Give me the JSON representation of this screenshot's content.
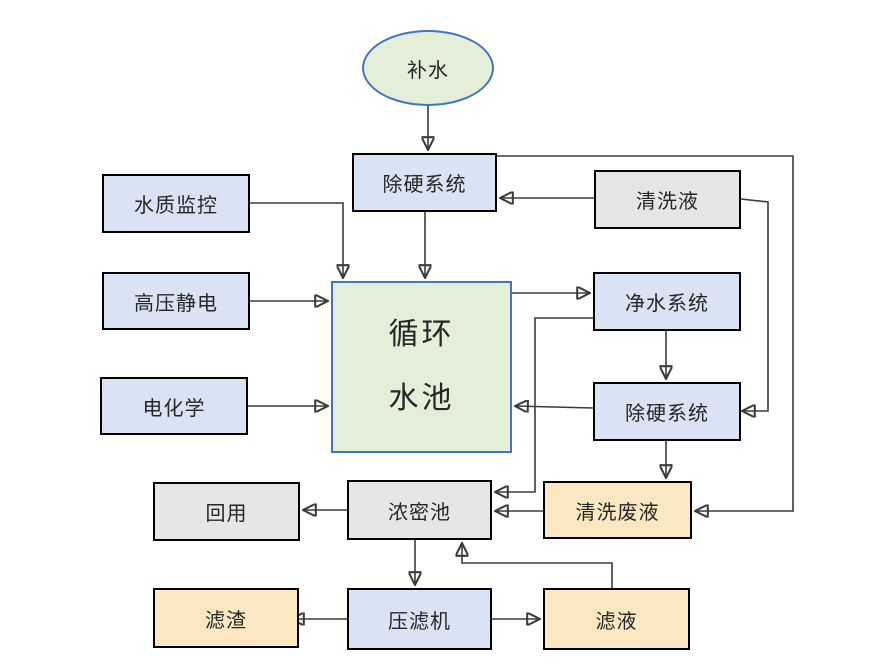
{
  "diagram": {
    "nodes": {
      "makeup_water": "补水",
      "hardness_removal_top": "除硬系统",
      "water_quality_monitor": "水质监控",
      "cleaning_solution": "清洗液",
      "high_voltage_electrostatic": "高压静电",
      "circulating_pool_line1": "循环",
      "circulating_pool_line2": "水池",
      "purification_system": "净水系统",
      "electrochemistry": "电化学",
      "hardness_removal_right": "除硬系统",
      "reuse": "回用",
      "thickening_pool": "浓密池",
      "cleaning_waste_liquid": "清洗废液",
      "filter_residue": "滤渣",
      "filter_press": "压滤机",
      "filtrate": "滤液"
    },
    "colors": {
      "node_blue": "#dae3f3",
      "node_gray": "#e7e6e6",
      "node_yellow": "#fbe8c2",
      "node_green": "#e3efd9",
      "border_black": "#000000",
      "border_blue": "#4472c4",
      "arrow": "#3b3b3b"
    }
  }
}
